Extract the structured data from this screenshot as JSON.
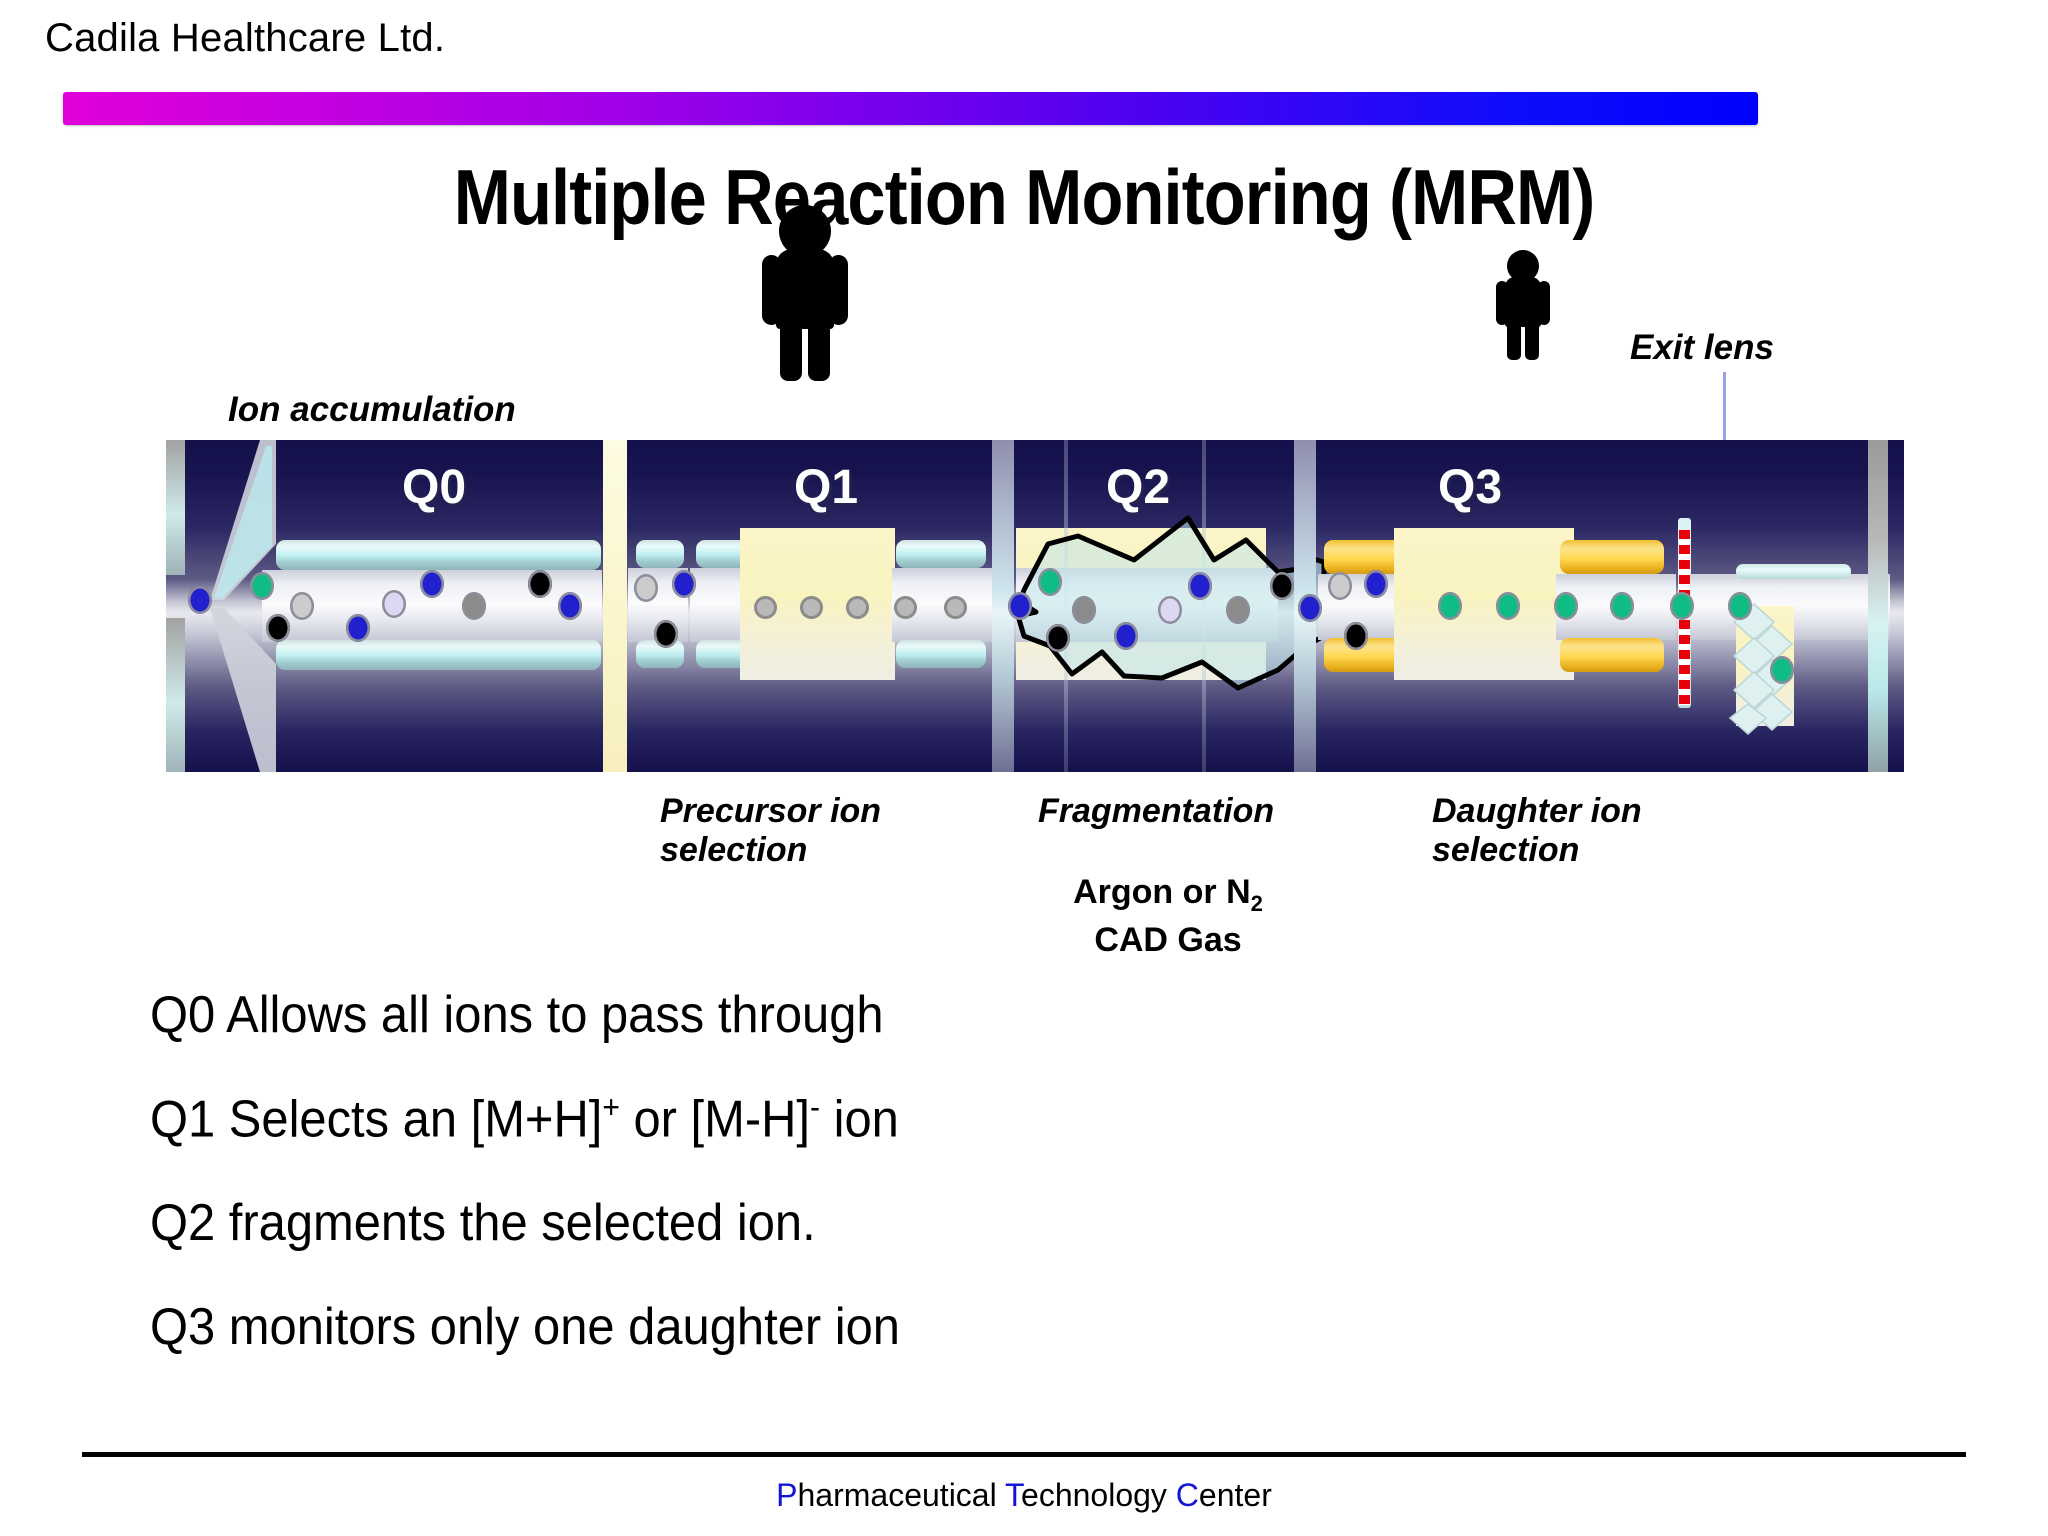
{
  "header": {
    "company": "Cadila Healthcare Ltd.",
    "accent_from": "#e100d9",
    "accent_to": "#0000ff"
  },
  "title": "Multiple Reaction Monitoring (MRM)",
  "diagram": {
    "callouts": {
      "ion_accumulation": "Ion accumulation",
      "exit_lens": "Exit lens"
    },
    "quadrupole_labels": [
      "Q0",
      "Q1",
      "Q2",
      "Q3"
    ],
    "descriptors": [
      "Precursor ion selection",
      "Fragmentation",
      "Daughter ion selection"
    ],
    "cad_gas_line1": "Argon or N",
    "cad_gas_sub": "2",
    "cad_gas_line2": "CAD Gas",
    "ion_colors": {
      "blue": "#2020cf",
      "green": "#0fbd84",
      "black": "#000000",
      "light_grey": "#cccccc",
      "lavender": "#dcd8f4",
      "dark_grey": "#8b8b8b"
    },
    "rod_color_q0q1": "#bff0ef",
    "rod_color_q3": "#ffd951",
    "exit_lens_color": "#e8000b",
    "chamber_color_dark": "#13104a"
  },
  "bullets": [
    {
      "text_before": "Q0 Allows all ions to pass through",
      "sup": "",
      "text_after": ""
    },
    {
      "text_before": "Q1 Selects an [M+H]",
      "sup": "+",
      "text_mid": " or [M-H]",
      "sup2": "-",
      "text_after": " ion"
    },
    {
      "text_before": "Q2 fragments the selected ion.",
      "sup": "",
      "text_after": ""
    },
    {
      "text_before": "Q3 monitors only one daughter ion",
      "sup": "",
      "text_after": ""
    }
  ],
  "footer": {
    "p1": "P",
    "w1": "harmaceutical ",
    "p2": "T",
    "w2": "echnology ",
    "p3": "C",
    "w3": "enter",
    "highlight_color": "#1414d8"
  }
}
